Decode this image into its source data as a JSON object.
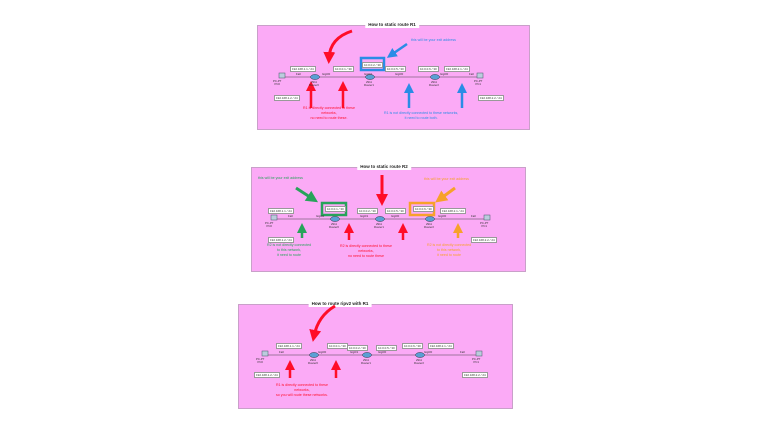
{
  "colors": {
    "panel": "#fbaaf6",
    "red": "#ff0d28",
    "blue": "#2a8ce6",
    "green": "#27a35a",
    "orange": "#f7a12a",
    "link": "#444444"
  },
  "panels": [
    {
      "title": "How to static route R1",
      "lan_left": "192.168.1.1 / 24",
      "wan_left": "10.0.0.1 / 30",
      "wan_mid_left": "10.0.0.2 / 30",
      "wan_mid_right": "10.0.0.5 / 30",
      "wan_right": "10.0.0.6 / 30",
      "lan_right": "192.168.2.1 / 24",
      "pc_left_ip": "192.168.1.2 / 24",
      "pc_right_ip": "192.168.2.2 / 24",
      "pc_left_name": "PC-PT\nPC0",
      "pc_right_name": "PC-PT\nPC1",
      "r_left_name": "2911\nRouter0",
      "r_mid_name": "2911\nRouter1",
      "r_right_name": "2911\nRouter2",
      "notes": [
        {
          "text": "this will be your exit address",
          "color": "blue"
        },
        {
          "text": "R1 is directly connected to these\nnetworks,\nno need to route these.",
          "color": "red"
        },
        {
          "text": "R1 is not directly connected to these networks,\nit need to route both.",
          "color": "blue"
        }
      ]
    },
    {
      "title": "How to static route R2",
      "lan_left": "192.168.1.1 / 24",
      "wan_left": "10.0.0.1 / 30",
      "wan_mid_left": "10.0.0.2 / 30",
      "wan_mid_right": "10.0.0.5 / 30",
      "wan_right": "10.0.0.6 / 30",
      "lan_right": "192.168.2.1 / 24",
      "pc_left_ip": "192.168.1.2 / 24",
      "pc_right_ip": "192.168.2.2 / 24",
      "pc_left_name": "PC-PT\nPC0",
      "pc_right_name": "PC-PT\nPC1",
      "r_left_name": "2911\nRouter0",
      "r_mid_name": "2911\nRouter1",
      "r_right_name": "2911\nRouter2",
      "notes": [
        {
          "text": "this will be your exit address",
          "color": "green"
        },
        {
          "text": "this will be your exit address",
          "color": "orange"
        },
        {
          "text": "R2 is not directly connected\nto this network,\nit need to route",
          "color": "green"
        },
        {
          "text": "R2 is directly connected to these\nnetworks,\nno need to route these",
          "color": "red"
        },
        {
          "text": "R2 is not directly connected\nto this network,\nit need to route",
          "color": "orange"
        }
      ]
    },
    {
      "title": "How to route ripv2 with R1",
      "lan_left": "192.168.1.1 / 24",
      "wan_left": "10.0.0.1 / 30",
      "wan_mid_left": "10.0.0.2 / 30",
      "wan_mid_right": "10.0.0.5 / 30",
      "wan_right": "10.0.0.6 / 30",
      "lan_right": "192.168.2.1 / 24",
      "pc_left_ip": "192.168.1.2 / 24",
      "pc_right_ip": "192.168.2.2 / 24",
      "pc_left_name": "PC-PT\nPC0",
      "pc_right_name": "PC-PT\nPC1",
      "r_left_name": "2911\nRouter0",
      "r_mid_name": "2911\nRouter1",
      "r_right_name": "2911\nRouter2",
      "notes": [
        {
          "text": "R1 is directly connected to these\nnetworks,\nso you will route these networks.",
          "color": "red"
        }
      ]
    }
  ],
  "interfaces": {
    "fa": "Fa0",
    "g0": "Gig0/0",
    "g1": "Gig0/1"
  }
}
